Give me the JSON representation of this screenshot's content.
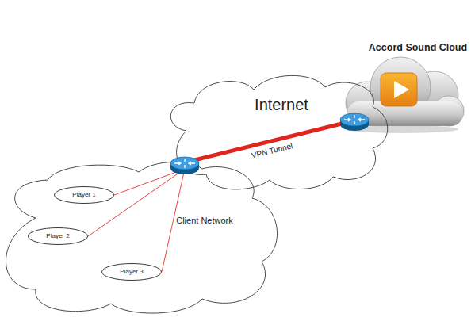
{
  "diagram": {
    "nodes": [
      {
        "text": [
          "Accord Sound Cloud"
        ]
      },
      {
        "text": [
          "Internet"
        ]
      },
      {
        "text": [
          "Client Network"
        ]
      },
      {
        "text": [
          "Player 1"
        ],
        "in": 2
      },
      {
        "text": [
          "Player 2"
        ],
        "in": 2
      },
      {
        "text": [
          "Player 3"
        ],
        "in": 2
      }
    ],
    "edges": [
      {
        "from": 2,
        "to": 0,
        "arrow": "none",
        "label": "VPN Tunnel"
      }
    ]
  }
}
